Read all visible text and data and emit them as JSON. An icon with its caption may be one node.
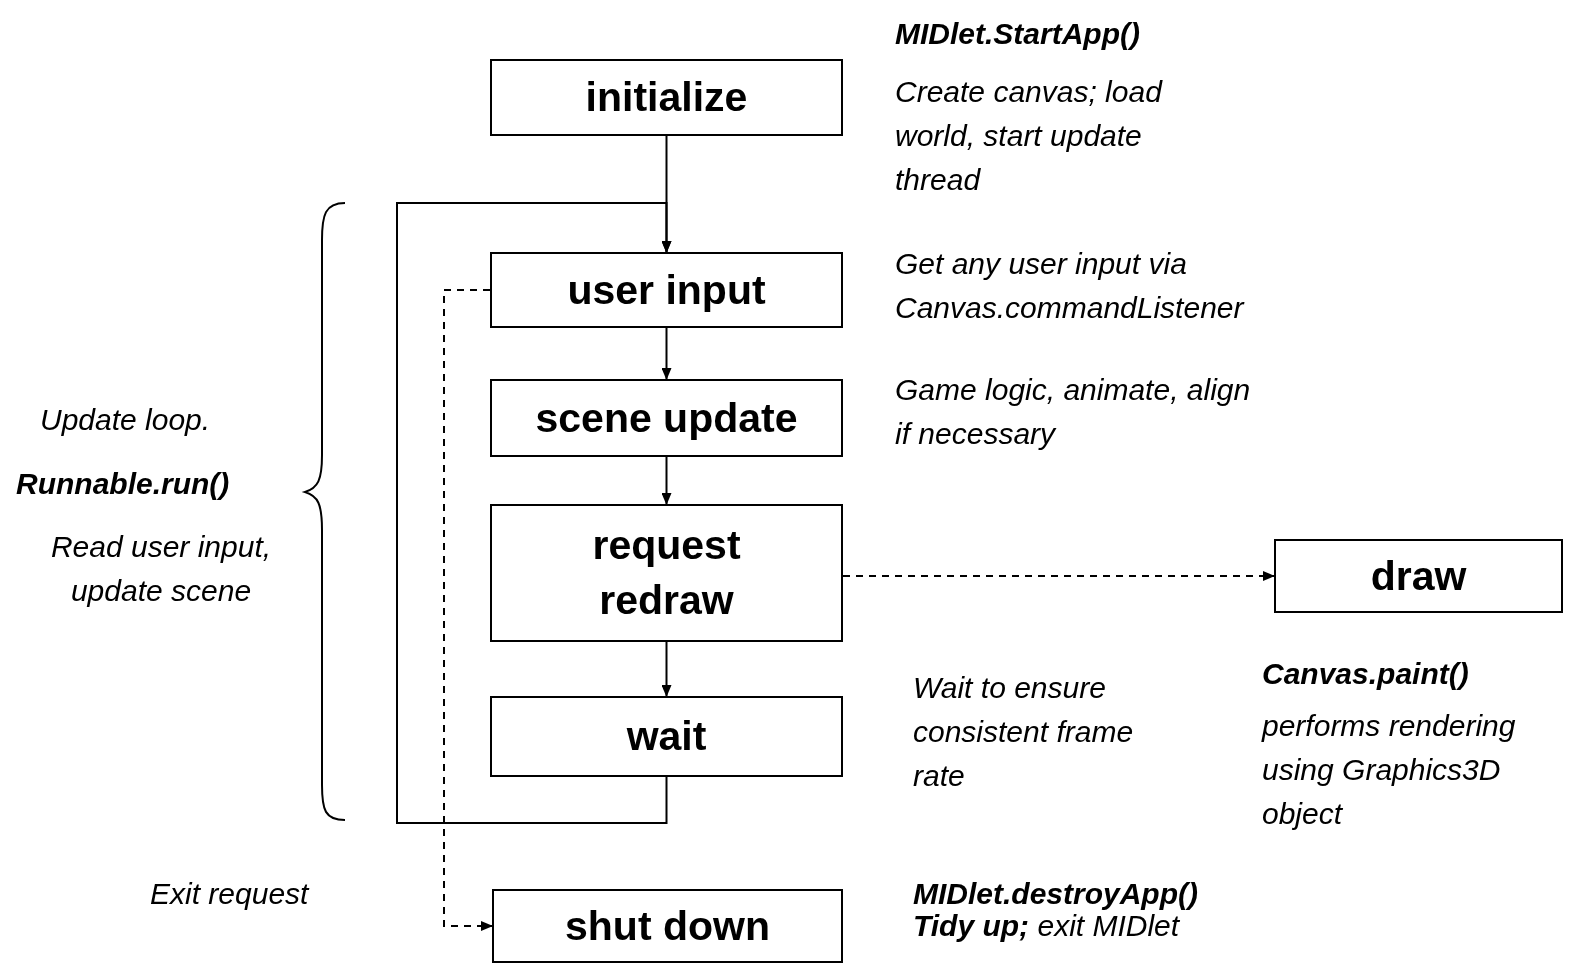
{
  "diagram": {
    "nodes": [
      {
        "text": [
          "initialize"
        ],
        "beside": [
          "MIDlet.StartApp()",
          "Create canvas; load world, start update thread"
        ]
      },
      {
        "text": [
          "user input"
        ],
        "beside": [
          "Get any user input via Canvas.commandListener"
        ]
      },
      {
        "text": [
          "scene update"
        ],
        "beside": [
          "Game logic, animate, align if necessary"
        ]
      },
      {
        "text": [
          "request redraw"
        ]
      },
      {
        "text": [
          "wait"
        ],
        "beside": [
          "Wait to ensure consistent frame rate"
        ]
      },
      {
        "text": [
          "draw"
        ],
        "beside": [
          "Canvas.paint()",
          "performs rendering using Graphics3D object"
        ]
      },
      {
        "text": [
          "shut down"
        ],
        "beside": [
          "MIDlet.destroyApp()",
          "**Tidy up;** exit MIDlet"
        ]
      }
    ],
    "edges": [
      {
        "from": 0,
        "to": 1,
        "arrow": "to"
      },
      {
        "from": 1,
        "to": 2,
        "arrow": "to"
      },
      {
        "from": 2,
        "to": 3,
        "arrow": "to"
      },
      {
        "from": 3,
        "to": 4,
        "arrow": "to"
      },
      {
        "from": 4,
        "to": 1,
        "arrow": "to"
      },
      {
        "from": 3,
        "to": 5,
        "arrow": "to",
        "style": "dashed"
      },
      {
        "from": 1,
        "to": 6,
        "arrow": "to",
        "style": "dashed"
      }
    ],
    "labels": [
      "Update loop.",
      "Runnable.run()",
      "Read user input, update scene",
      "Exit request"
    ]
  }
}
